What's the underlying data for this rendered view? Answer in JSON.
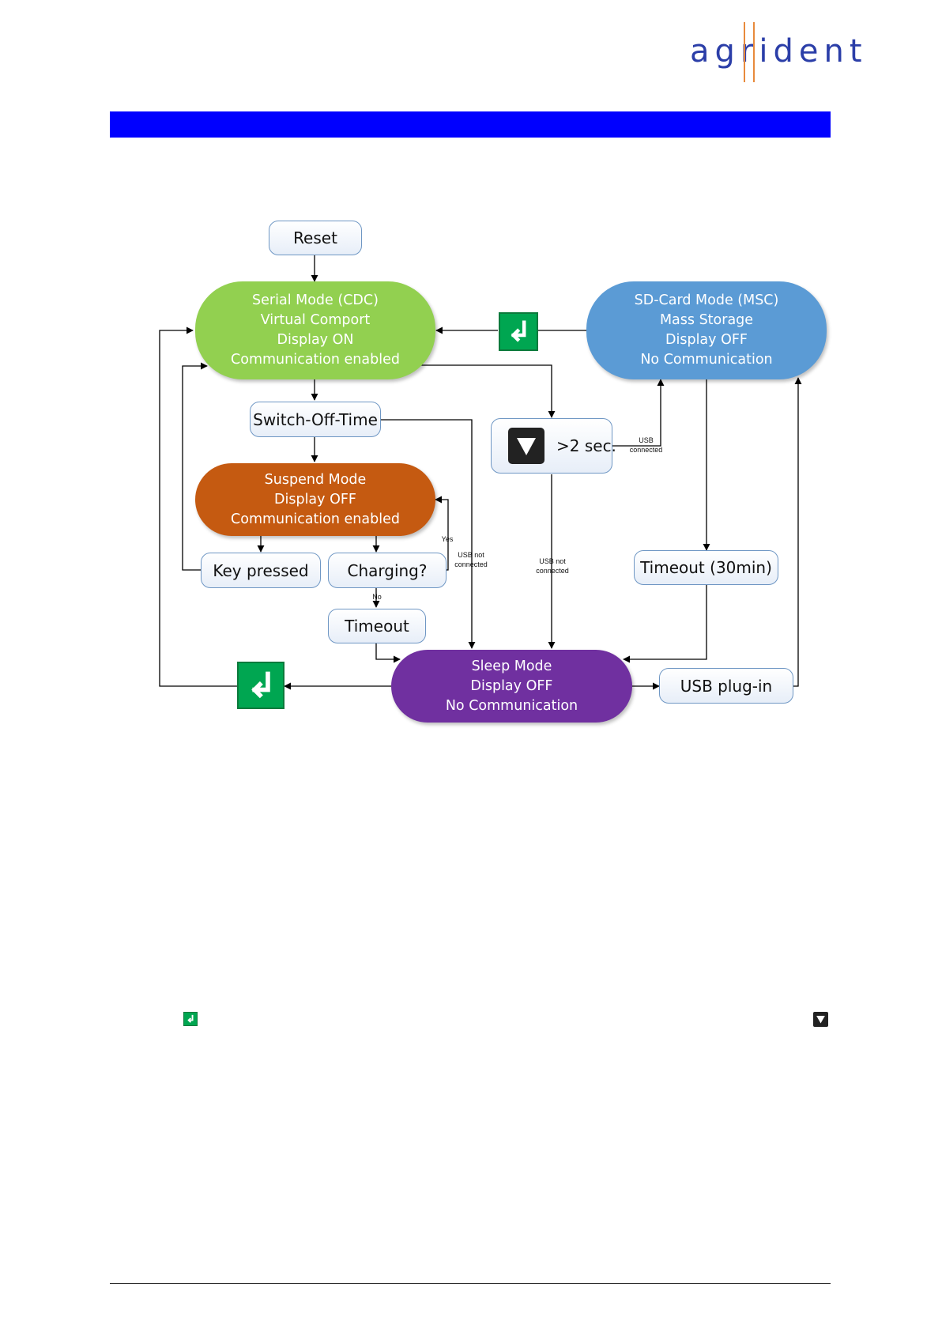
{
  "logo": {
    "text": "agrident"
  },
  "diagram": {
    "nodes": {
      "reset": "Reset",
      "serial_mode": [
        "Serial Mode (CDC)",
        "Virtual Comport",
        "Display ON",
        "Communication enabled"
      ],
      "sdcard_mode": [
        "SD-Card Mode (MSC)",
        "Mass Storage",
        "Display OFF",
        "No Communication"
      ],
      "switch_off_time": "Switch-Off-Time",
      "down_key": ">2 sec.",
      "suspend_mode": [
        "Suspend Mode",
        "Display OFF",
        "Communication enabled"
      ],
      "key_pressed": "Key pressed",
      "charging": "Charging?",
      "timeout": "Timeout",
      "timeout_30": "Timeout (30min)",
      "sleep_mode": [
        "Sleep Mode",
        "Display OFF",
        "No Communication"
      ],
      "usb_plugin": "USB plug-in"
    },
    "edge_labels": {
      "usb_connected": [
        "USB",
        "connected"
      ],
      "usb_not_connected_1": [
        "USB not",
        "connected"
      ],
      "usb_not_connected_2": [
        "USB not",
        "connected"
      ],
      "yes": "Yes",
      "no": "No"
    },
    "colors": {
      "serial": "#92d050",
      "sdcard": "#5b9bd5",
      "suspend": "#c55a11",
      "sleep": "#7030a0",
      "enter_key": "#00a651",
      "header_bar": "#0000ff"
    },
    "icons": [
      "enter-key-icon",
      "down-arrow-key-icon"
    ]
  }
}
